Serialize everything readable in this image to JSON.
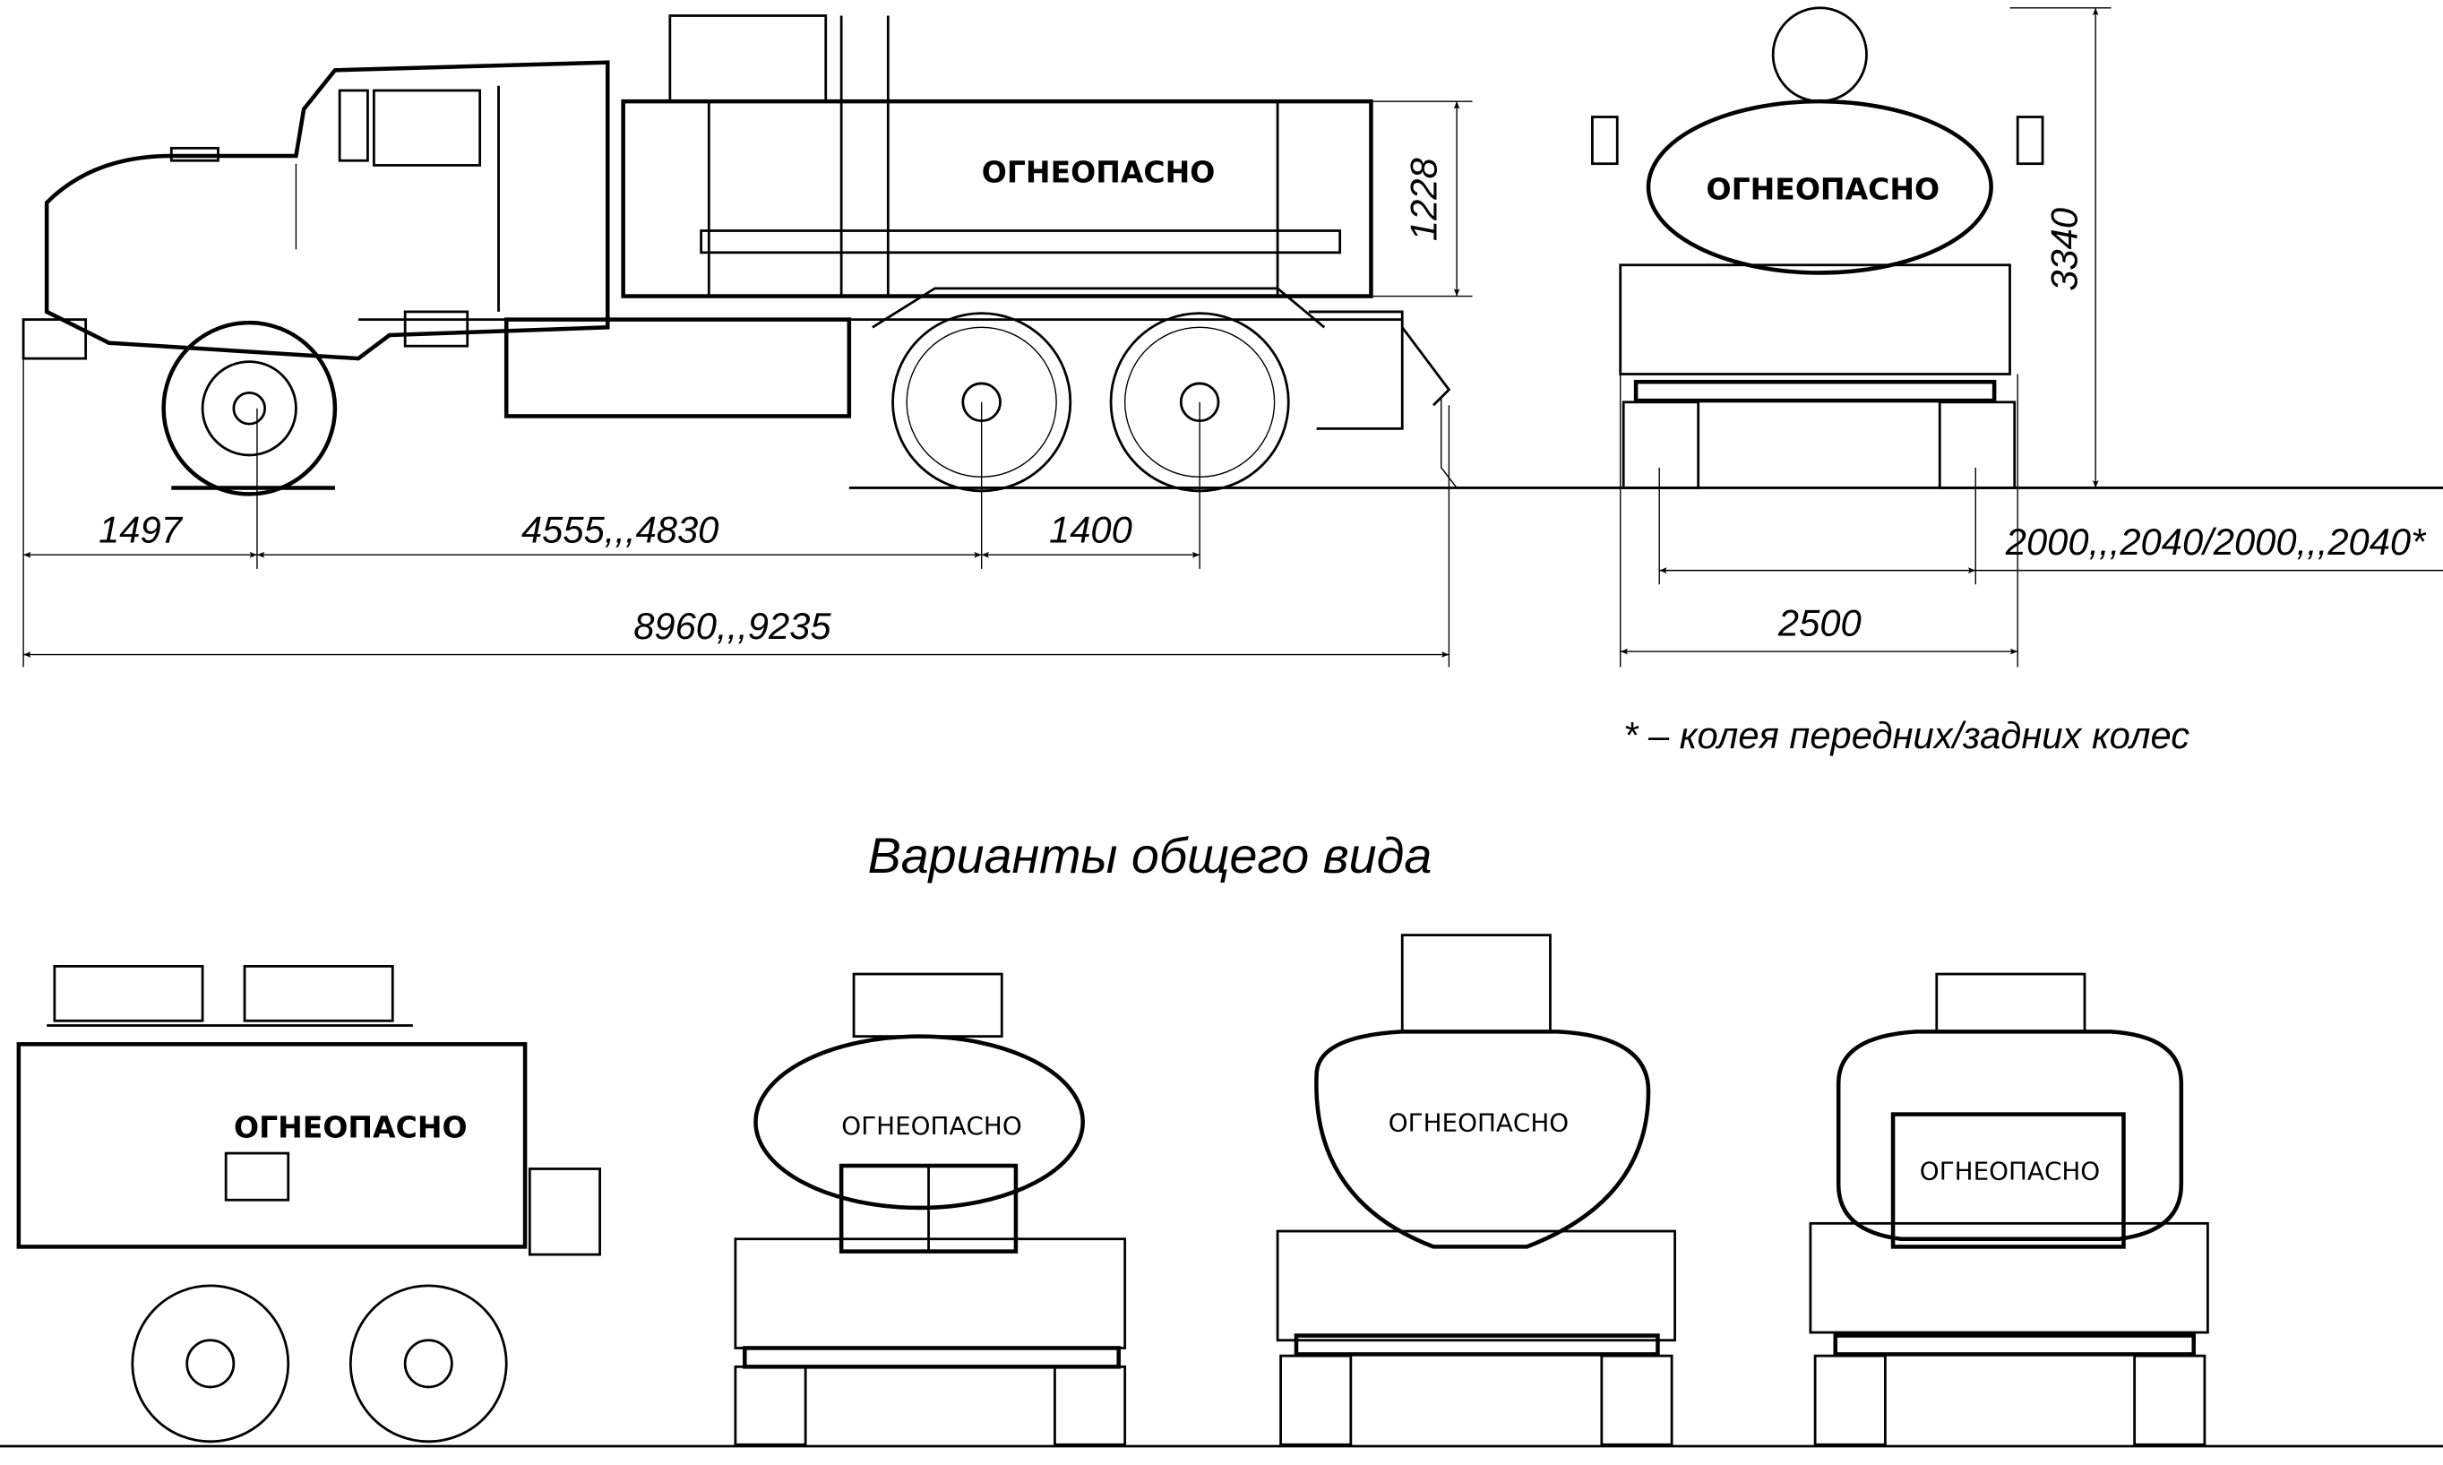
{
  "title": "Варианты общего вида",
  "footnote": "* – колея передних/задних колес",
  "tank_label": "ОГНЕОПАСНО",
  "dimensions": {
    "front_overhang": "1497",
    "wheelbase": "4555,,,4830",
    "rear_axle_spacing": "1400",
    "overall_length": "8960,,,9235",
    "tank_height": "1228",
    "overall_height": "3340",
    "track": "2000,,,2040/2000,,,2040*",
    "overall_width": "2500"
  },
  "variants": [
    {
      "label": "ОГНЕОПАСНО"
    },
    {
      "label": "ОГНЕОПАСНО"
    },
    {
      "label": "ОГНЕОПАСНО"
    },
    {
      "label": "ОГНЕОПАСНО"
    }
  ]
}
